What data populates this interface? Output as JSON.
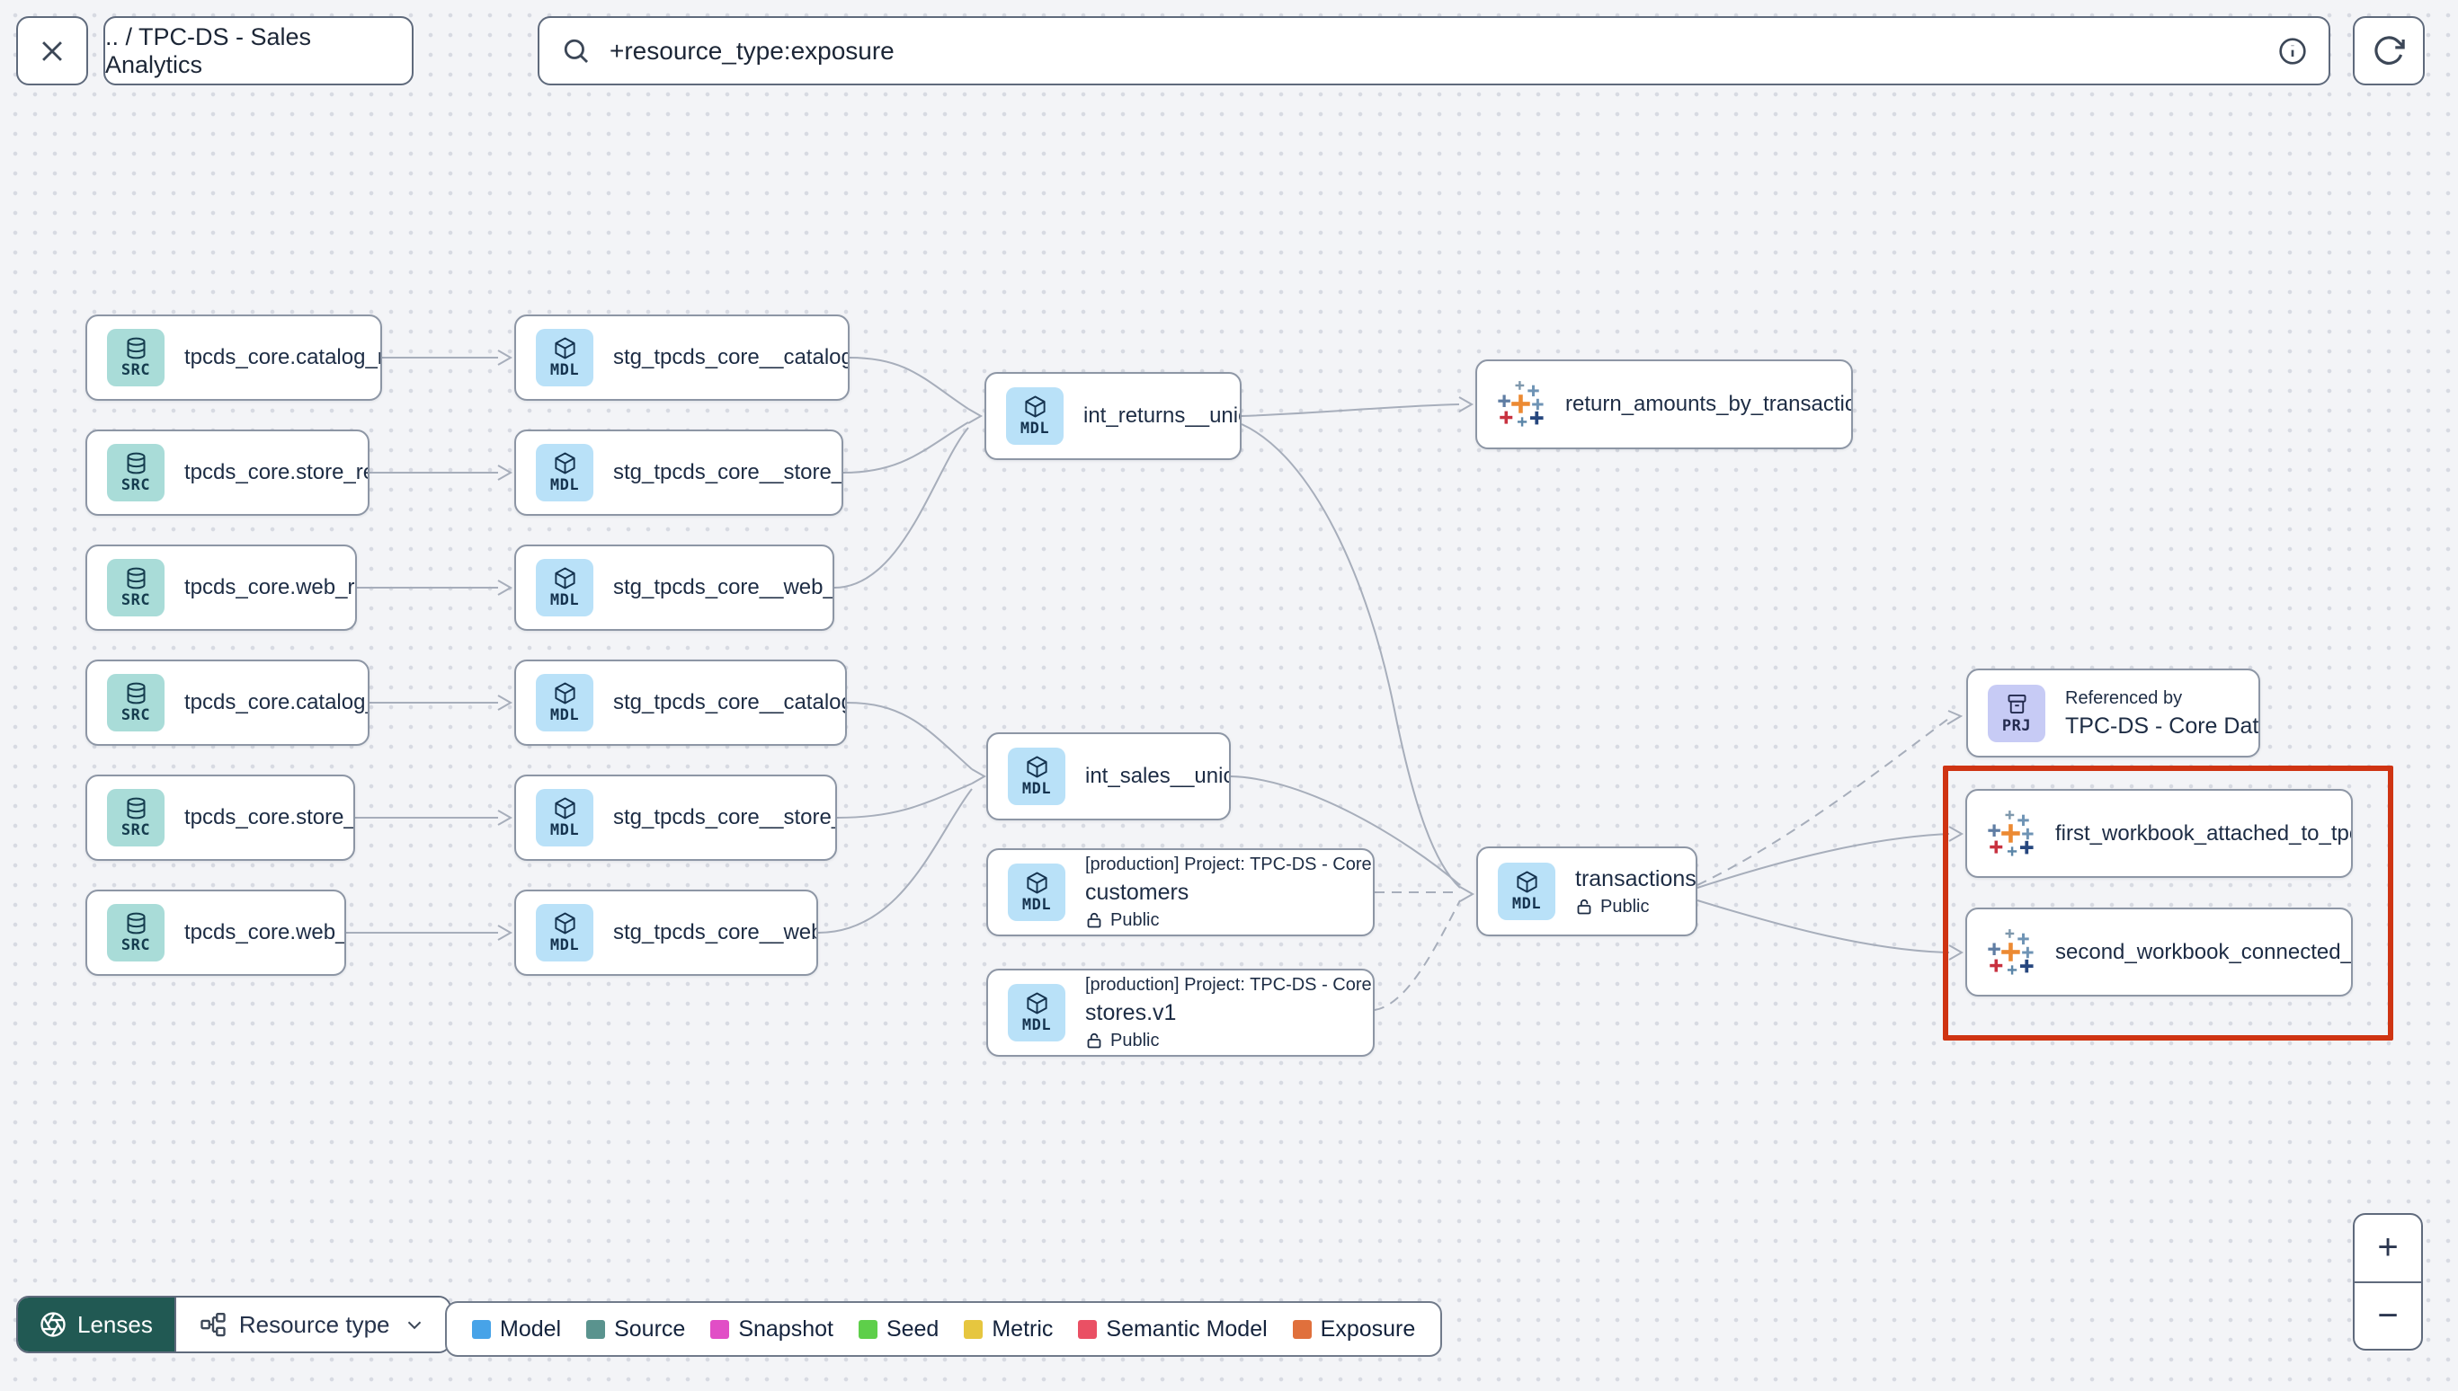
{
  "topbar": {
    "breadcrumb": ".. / TPC-DS - Sales Analytics",
    "search_value": "+resource_type:exposure"
  },
  "nodes": {
    "src_catalog_returns": {
      "badge": "SRC",
      "title": "tpcds_core.catalog_returns"
    },
    "src_store_returns": {
      "badge": "SRC",
      "title": "tpcds_core.store_returns"
    },
    "src_web_returns": {
      "badge": "SRC",
      "title": "tpcds_core.web_returns"
    },
    "src_catalog_sales": {
      "badge": "SRC",
      "title": "tpcds_core.catalog_sales"
    },
    "src_store_sales": {
      "badge": "SRC",
      "title": "tpcds_core.store_sales"
    },
    "src_web_sales": {
      "badge": "SRC",
      "title": "tpcds_core.web_sales"
    },
    "stg_catalog_returns": {
      "badge": "MDL",
      "title": "stg_tpcds_core__catalog_returns"
    },
    "stg_store_returns": {
      "badge": "MDL",
      "title": "stg_tpcds_core__store_returns"
    },
    "stg_web_returns": {
      "badge": "MDL",
      "title": "stg_tpcds_core__web_returns"
    },
    "stg_catalog_sales": {
      "badge": "MDL",
      "title": "stg_tpcds_core__catalog_sales"
    },
    "stg_store_sales": {
      "badge": "MDL",
      "title": "stg_tpcds_core__store_sales"
    },
    "stg_web_sales": {
      "badge": "MDL",
      "title": "stg_tpcds_core__web_sales"
    },
    "int_returns": {
      "badge": "MDL",
      "title": "int_returns__unioned"
    },
    "int_sales": {
      "badge": "MDL",
      "title": "int_sales__unioned"
    },
    "customers": {
      "badge": "MDL",
      "project": "[production] Project: TPC-DS - Core Data Mo…",
      "title": "customers",
      "access": "Public"
    },
    "stores": {
      "badge": "MDL",
      "project": "[production] Project: TPC-DS - Core Data Mo…",
      "title": "stores.v1",
      "access": "Public"
    },
    "transactions": {
      "badge": "MDL",
      "title": "transactions",
      "access": "Public"
    },
    "return_amounts": {
      "title": "return_amounts_by_transaction_type"
    },
    "project_ref": {
      "badge": "PRJ",
      "ref_label": "Referenced by",
      "title": "TPC-DS - Core Data Models"
    },
    "workbook_first": {
      "title": "first_workbook_attached_to_tpc-ds_-_…"
    },
    "workbook_second": {
      "title": "second_workbook_connected_to_live…"
    }
  },
  "highlight": {
    "color": "#cf3413"
  },
  "legend": {
    "items": [
      {
        "label": "Model",
        "color": "#47a3e8"
      },
      {
        "label": "Source",
        "color": "#5a938e"
      },
      {
        "label": "Snapshot",
        "color": "#e14ec6"
      },
      {
        "label": "Seed",
        "color": "#5ecf4a"
      },
      {
        "label": "Metric",
        "color": "#e6c63f"
      },
      {
        "label": "Semantic Model",
        "color": "#ea5064"
      },
      {
        "label": "Exposure",
        "color": "#e0703c"
      }
    ]
  },
  "controls": {
    "lenses": "Lenses",
    "resource_type": "Resource type"
  },
  "zoom_controls": {
    "zoom_in": "+",
    "zoom_out": "−"
  }
}
